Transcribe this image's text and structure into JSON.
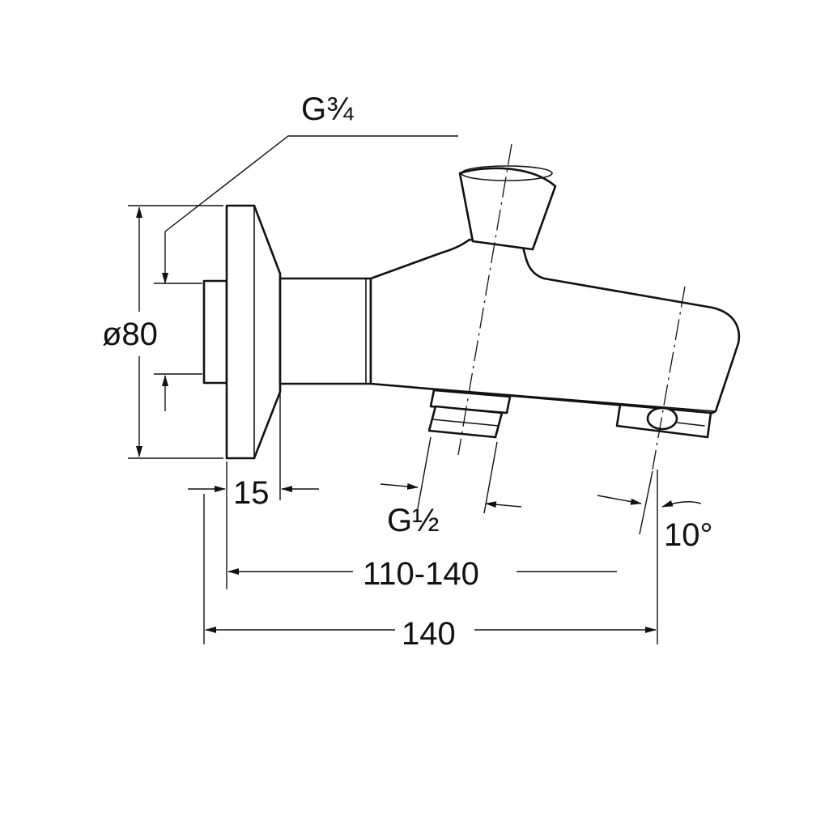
{
  "labels": {
    "inlet_thread": "G¾",
    "flange_diameter": "ø80",
    "flange_depth": "15",
    "outlet_thread": "G½",
    "outlet_angle": "10°",
    "projection_range": "110-140",
    "overall_length": "140"
  },
  "colors": {
    "line": "#111111",
    "background": "#ffffff"
  }
}
